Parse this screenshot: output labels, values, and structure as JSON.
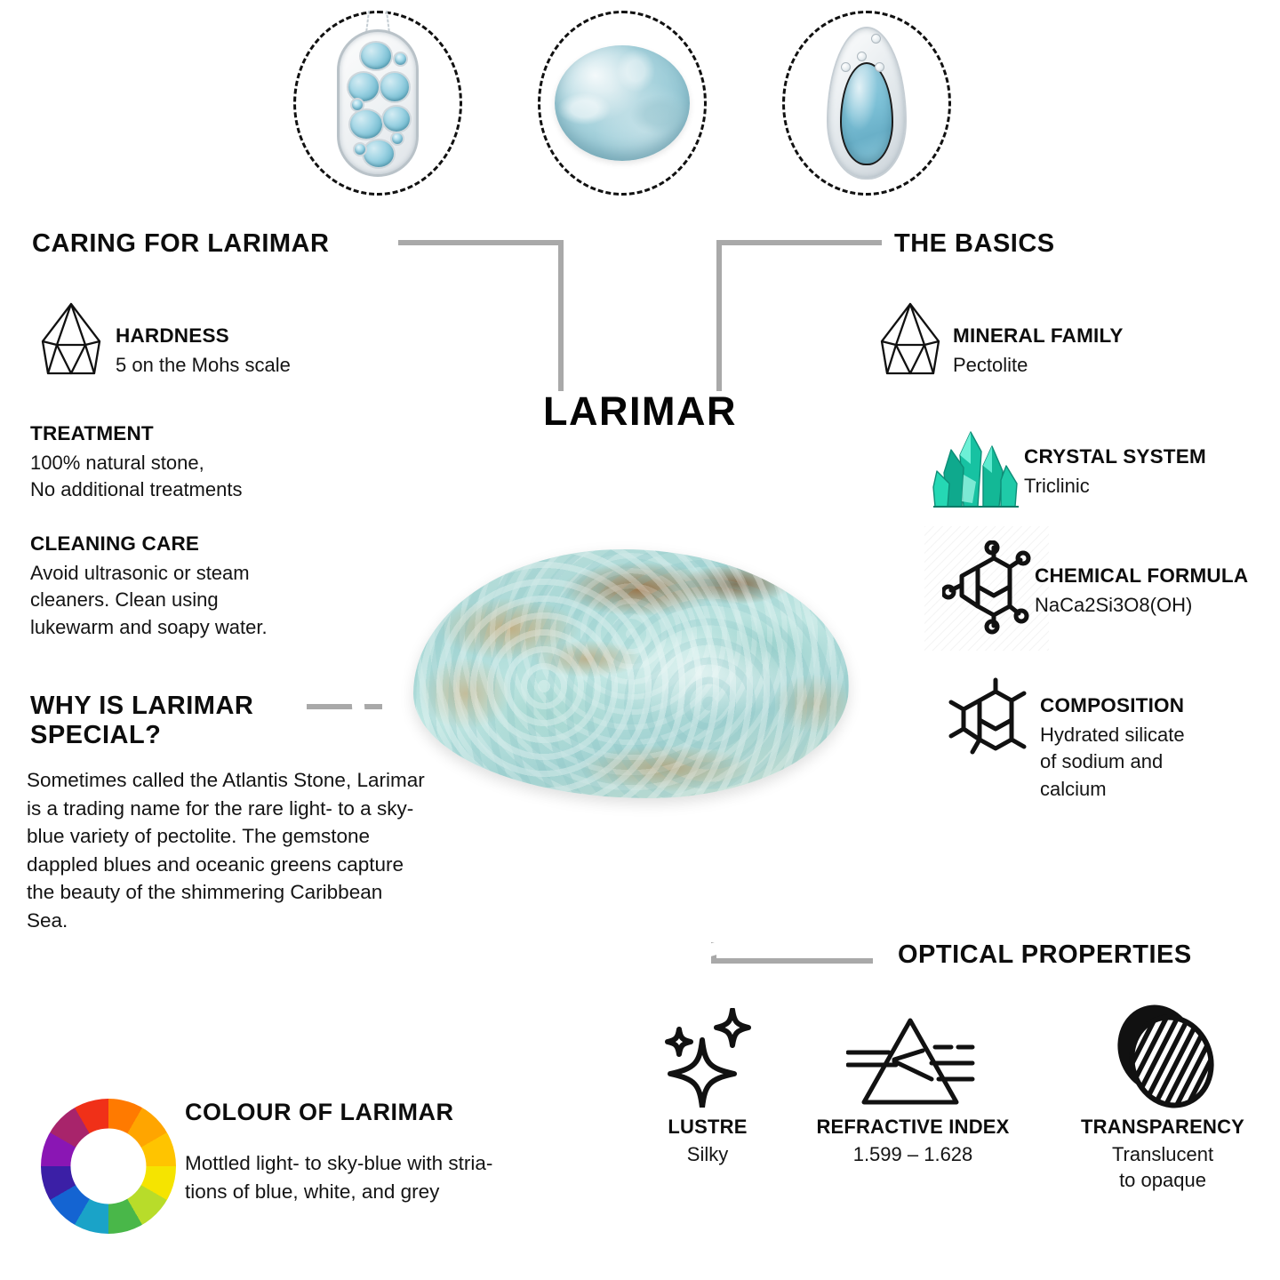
{
  "center": {
    "title": "LARIMAR"
  },
  "top_gallery": {
    "items": [
      {
        "name": "larimar-multi-stone-pendant"
      },
      {
        "name": "larimar-oval-cabochon"
      },
      {
        "name": "larimar-teardrop-pendant"
      }
    ]
  },
  "caring": {
    "heading": "CARING FOR LARIMAR",
    "items": [
      {
        "icon": "crystal-outline-icon",
        "title": "HARDNESS",
        "value": "5 on the Mohs scale"
      },
      {
        "icon": null,
        "title": "TREATMENT",
        "value": "100% natural stone,\nNo additional treatments"
      },
      {
        "icon": null,
        "title": "CLEANING CARE",
        "value": "Avoid ultrasonic or steam\ncleaners. Clean using\nlukewarm and soapy water."
      }
    ]
  },
  "special": {
    "heading": "WHY IS LARIMAR\nSPECIAL?",
    "body": "Sometimes called the Atlantis Stone, Larimar is a trading name for the rare light- to a sky-blue variety of pectolite. The gemstone dappled blues and oceanic greens capture the beauty of the shimmering Caribbean Sea."
  },
  "basics": {
    "heading": "THE BASICS",
    "items": [
      {
        "icon": "crystal-outline-icon",
        "title": "MINERAL FAMILY",
        "value": "Pectolite"
      },
      {
        "icon": "crystal-cluster-icon",
        "title": "CRYSTAL SYSTEM",
        "value": "Triclinic"
      },
      {
        "icon": "molecule-icon",
        "title": "CHEMICAL FORMULA",
        "value": "NaCa2Si3O8(OH)"
      },
      {
        "icon": "hexagon-chain-icon",
        "title": "COMPOSITION",
        "value": "Hydrated silicate\nof sodium and\ncalcium"
      }
    ]
  },
  "optical": {
    "heading": "OPTICAL PROPERTIES",
    "items": [
      {
        "icon": "sparkle-icon",
        "title": "LUSTRE",
        "value": "Silky"
      },
      {
        "icon": "prism-icon",
        "title": "REFRACTIVE INDEX",
        "value": "1.599 – 1.628"
      },
      {
        "icon": "transparency-icon",
        "title": "TRANSPARENCY",
        "value": "Translucent\nto opaque"
      }
    ]
  },
  "colour": {
    "icon": "colour-wheel-icon",
    "heading": "COLOUR OF LARIMAR",
    "value": "Mottled light- to sky-blue with stria-\ntions of blue, white, and grey"
  },
  "colors": {
    "connector_grey": "#a9a9a9",
    "text_black": "#0d0d0d",
    "crystal_teal": "#16b89a",
    "gem_blue": "#8fd0e4"
  }
}
